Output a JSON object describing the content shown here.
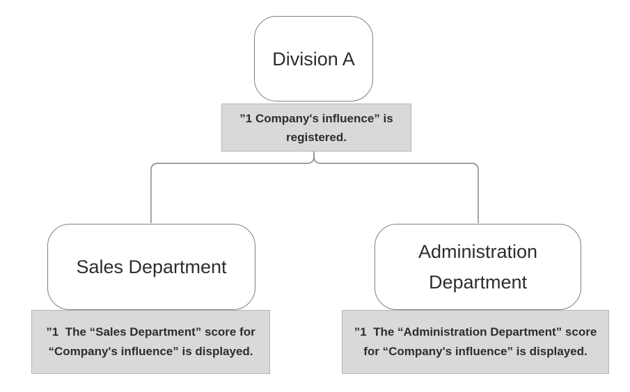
{
  "diagram": {
    "root": {
      "label": "Division A",
      "note": {
        "lines": [
          "”1 Company's influence” is",
          "registered."
        ]
      }
    },
    "children": [
      {
        "label": "Sales Department",
        "note": {
          "lines": [
            "”1  The “Sales Department” score for",
            "“Company's influence” is displayed."
          ]
        }
      },
      {
        "label": "Administration Department",
        "note": {
          "lines": [
            "”1  The “Administration Department” score",
            "for “Company's influence” is displayed."
          ]
        }
      }
    ],
    "colors": {
      "node_fill": "#ffffff",
      "node_border": "#7f7f7f",
      "note_fill": "#d9d9d9",
      "note_border": "#b3b3b3",
      "connector": "#7f7f7f",
      "text": "#2d2d2d"
    }
  }
}
